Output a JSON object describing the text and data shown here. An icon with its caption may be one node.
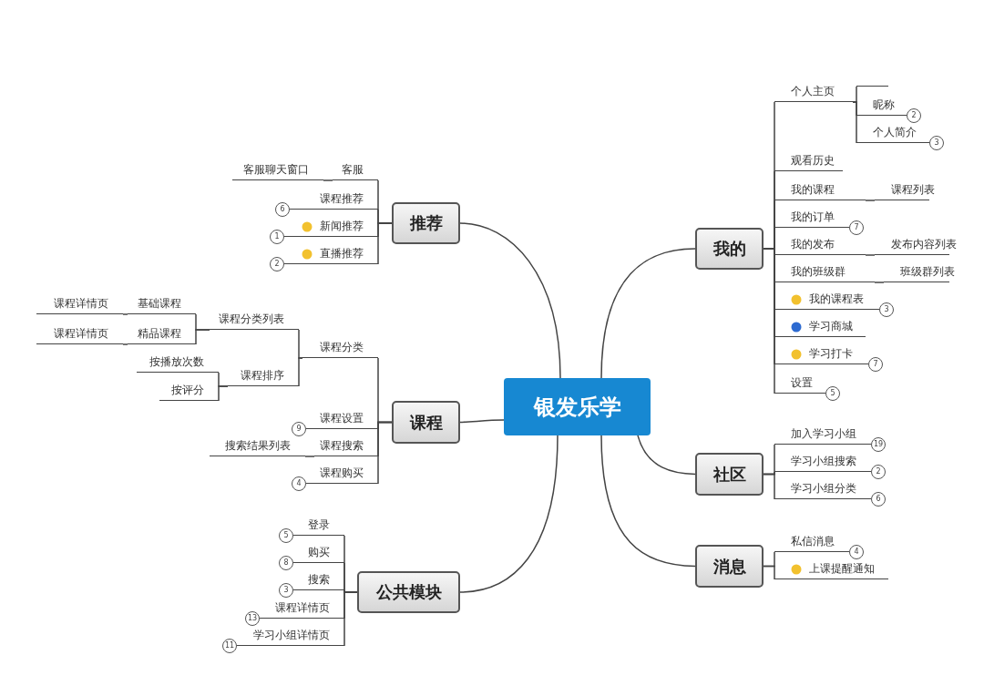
{
  "diagram": {
    "nodes": [
      {
        "text": [
          "银发乐学"
        ]
      },
      {
        "text": [
          "推荐"
        ]
      },
      {
        "text": [
          "客服"
        ]
      },
      {
        "text": [
          "客服聊天窗口"
        ]
      },
      {
        "text": [
          "课程推荐"
        ],
        "beside": [
          "6"
        ]
      },
      {
        "text": [
          "新闻推荐"
        ],
        "beside": [
          "1"
        ]
      },
      {
        "text": [
          "直播推荐"
        ],
        "beside": [
          "2"
        ]
      },
      {
        "text": [
          "课程"
        ]
      },
      {
        "text": [
          "课程分类"
        ]
      },
      {
        "text": [
          "课程分类列表"
        ]
      },
      {
        "text": [
          "基础课程"
        ]
      },
      {
        "text": [
          "课程详情页"
        ]
      },
      {
        "text": [
          "精品课程"
        ]
      },
      {
        "text": [
          "课程详情页"
        ]
      },
      {
        "text": [
          "课程排序"
        ]
      },
      {
        "text": [
          "按播放次数"
        ]
      },
      {
        "text": [
          "按评分"
        ]
      },
      {
        "text": [
          "课程设置"
        ],
        "beside": [
          "9"
        ]
      },
      {
        "text": [
          "课程搜索"
        ]
      },
      {
        "text": [
          "搜索结果列表"
        ]
      },
      {
        "text": [
          "课程购买"
        ],
        "beside": [
          "4"
        ]
      },
      {
        "text": [
          "公共模块"
        ]
      },
      {
        "text": [
          "登录"
        ],
        "beside": [
          "5"
        ]
      },
      {
        "text": [
          "购买"
        ],
        "beside": [
          "8"
        ]
      },
      {
        "text": [
          "搜索"
        ],
        "beside": [
          "3"
        ]
      },
      {
        "text": [
          "课程详情页"
        ],
        "beside": [
          "13"
        ]
      },
      {
        "text": [
          "学习小组详情页"
        ],
        "beside": [
          "11"
        ]
      },
      {
        "text": [
          "我的"
        ]
      },
      {
        "text": [
          "个人主页"
        ]
      },
      {
        "text": [],
        "shape": "bar"
      },
      {
        "text": [
          "昵称"
        ],
        "beside": [
          "2"
        ]
      },
      {
        "text": [
          "个人简介"
        ],
        "beside": [
          "3"
        ]
      },
      {
        "text": [
          "观看历史"
        ]
      },
      {
        "text": [
          "我的课程"
        ]
      },
      {
        "text": [
          "课程列表"
        ]
      },
      {
        "text": [
          "我的订单"
        ],
        "beside": [
          "7"
        ]
      },
      {
        "text": [
          "我的发布"
        ]
      },
      {
        "text": [
          "发布内容列表"
        ]
      },
      {
        "text": [
          "我的班级群"
        ]
      },
      {
        "text": [
          "班级群列表"
        ]
      },
      {
        "text": [
          "我的课程表"
        ],
        "beside": [
          "3"
        ]
      },
      {
        "text": [
          "学习商城"
        ]
      },
      {
        "text": [
          "学习打卡"
        ],
        "beside": [
          "7"
        ]
      },
      {
        "text": [
          "设置"
        ],
        "beside": [
          "5"
        ]
      },
      {
        "text": [
          "社区"
        ]
      },
      {
        "text": [
          "加入学习小组"
        ],
        "beside": [
          "19"
        ]
      },
      {
        "text": [
          "学习小组搜索"
        ],
        "beside": [
          "2"
        ]
      },
      {
        "text": [
          "学习小组分类"
        ],
        "beside": [
          "6"
        ]
      },
      {
        "text": [
          "消息"
        ]
      },
      {
        "text": [
          "私信消息"
        ],
        "beside": [
          "4"
        ]
      },
      {
        "text": [
          "上课提醒通知"
        ]
      }
    ],
    "edges": [
      {
        "from": 0,
        "to": 1,
        "arrow": "none"
      },
      {
        "from": 0,
        "to": 7,
        "arrow": "none"
      },
      {
        "from": 0,
        "to": 21,
        "arrow": "none"
      },
      {
        "from": 0,
        "to": 27,
        "arrow": "none"
      },
      {
        "from": 0,
        "to": 44,
        "arrow": "none"
      },
      {
        "from": 0,
        "to": 48,
        "arrow": "none"
      },
      {
        "from": 1,
        "to": 2,
        "arrow": "none"
      },
      {
        "from": 2,
        "to": 3,
        "arrow": "none"
      },
      {
        "from": 1,
        "to": 4,
        "arrow": "none"
      },
      {
        "from": 1,
        "to": 5,
        "arrow": "none"
      },
      {
        "from": 1,
        "to": 6,
        "arrow": "none"
      },
      {
        "from": 7,
        "to": 8,
        "arrow": "none"
      },
      {
        "from": 8,
        "to": 9,
        "arrow": "none"
      },
      {
        "from": 9,
        "to": 10,
        "arrow": "none"
      },
      {
        "from": 10,
        "to": 11,
        "arrow": "none"
      },
      {
        "from": 9,
        "to": 12,
        "arrow": "none"
      },
      {
        "from": 12,
        "to": 13,
        "arrow": "none"
      },
      {
        "from": 8,
        "to": 14,
        "arrow": "none"
      },
      {
        "from": 14,
        "to": 15,
        "arrow": "none"
      },
      {
        "from": 14,
        "to": 16,
        "arrow": "none"
      },
      {
        "from": 7,
        "to": 17,
        "arrow": "none"
      },
      {
        "from": 7,
        "to": 18,
        "arrow": "none"
      },
      {
        "from": 18,
        "to": 19,
        "arrow": "none"
      },
      {
        "from": 7,
        "to": 20,
        "arrow": "none"
      },
      {
        "from": 21,
        "to": 22,
        "arrow": "none"
      },
      {
        "from": 21,
        "to": 23,
        "arrow": "none"
      },
      {
        "from": 21,
        "to": 24,
        "arrow": "none"
      },
      {
        "from": 21,
        "to": 25,
        "arrow": "none"
      },
      {
        "from": 21,
        "to": 26,
        "arrow": "none"
      },
      {
        "from": 27,
        "to": 28,
        "arrow": "none"
      },
      {
        "from": 28,
        "to": 29,
        "arrow": "none"
      },
      {
        "from": 28,
        "to": 30,
        "arrow": "none"
      },
      {
        "from": 28,
        "to": 31,
        "arrow": "none"
      },
      {
        "from": 27,
        "to": 32,
        "arrow": "none"
      },
      {
        "from": 27,
        "to": 33,
        "arrow": "none"
      },
      {
        "from": 33,
        "to": 34,
        "arrow": "none"
      },
      {
        "from": 27,
        "to": 35,
        "arrow": "none"
      },
      {
        "from": 27,
        "to": 36,
        "arrow": "none"
      },
      {
        "from": 36,
        "to": 37,
        "arrow": "none"
      },
      {
        "from": 27,
        "to": 38,
        "arrow": "none"
      },
      {
        "from": 38,
        "to": 39,
        "arrow": "none"
      },
      {
        "from": 27,
        "to": 40,
        "arrow": "none"
      },
      {
        "from": 27,
        "to": 41,
        "arrow": "none"
      },
      {
        "from": 27,
        "to": 42,
        "arrow": "none"
      },
      {
        "from": 27,
        "to": 43,
        "arrow": "none"
      },
      {
        "from": 44,
        "to": 45,
        "arrow": "none"
      },
      {
        "from": 44,
        "to": 46,
        "arrow": "none"
      },
      {
        "from": 44,
        "to": 47,
        "arrow": "none"
      },
      {
        "from": 48,
        "to": 49,
        "arrow": "none"
      },
      {
        "from": 48,
        "to": 50,
        "arrow": "none"
      }
    ]
  }
}
